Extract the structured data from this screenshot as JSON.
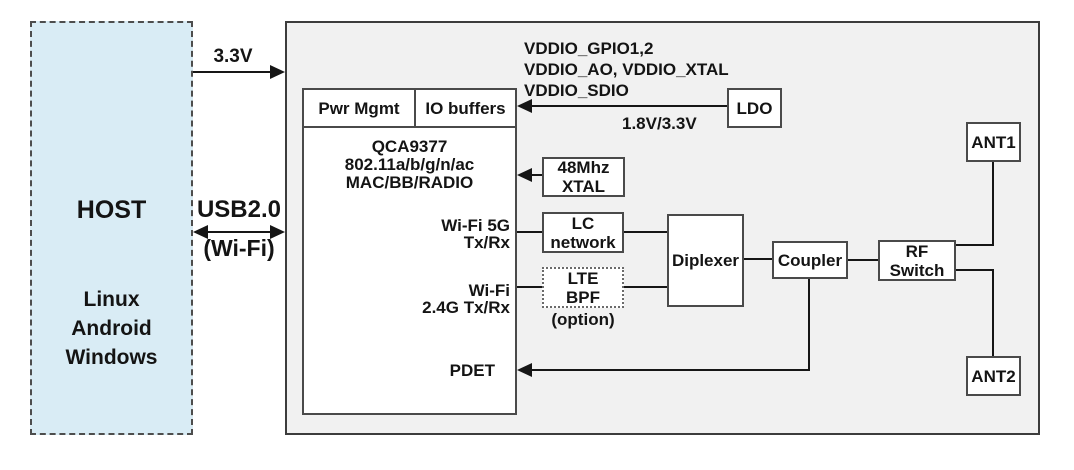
{
  "host": {
    "title": "HOST",
    "os": [
      "Linux",
      "Android",
      "Windows"
    ]
  },
  "interconnect": {
    "power_rail": "3.3V",
    "usb_label": "USB2.0",
    "usb_sublabel": "(Wi-Fi)",
    "vddio_lines": [
      "VDDIO_GPIO1,2",
      "VDDIO_AO, VDDIO_XTAL",
      "VDDIO_SDIO"
    ],
    "ldo_voltage": "1.8V/3.3V"
  },
  "chip": {
    "pwr_mgmt": "Pwr Mgmt",
    "io_buffers": "IO buffers",
    "name_lines": [
      "QCA9377",
      "802.11a/b/g/n/ac",
      "MAC/BB/RADIO"
    ],
    "port_5g": [
      "Wi-Fi 5G",
      "Tx/Rx"
    ],
    "port_24g": [
      "Wi-Fi",
      "2.4G Tx/Rx"
    ],
    "pdet": "PDET"
  },
  "blocks": {
    "ldo": "LDO",
    "xtal": [
      "48Mhz",
      "XTAL"
    ],
    "lc_network": [
      "LC",
      "network"
    ],
    "lte_bpf": [
      "LTE",
      "BPF"
    ],
    "lte_option": "(option)",
    "diplexer": "Diplexer",
    "coupler": "Coupler",
    "rf_switch": [
      "RF",
      "Switch"
    ],
    "ant1": "ANT1",
    "ant2": "ANT2"
  },
  "colors": {
    "host_fill": "#d9ecf5",
    "panel_fill": "#f1f1f1",
    "box_border": "#4a4a4a",
    "wire": "#161616"
  }
}
